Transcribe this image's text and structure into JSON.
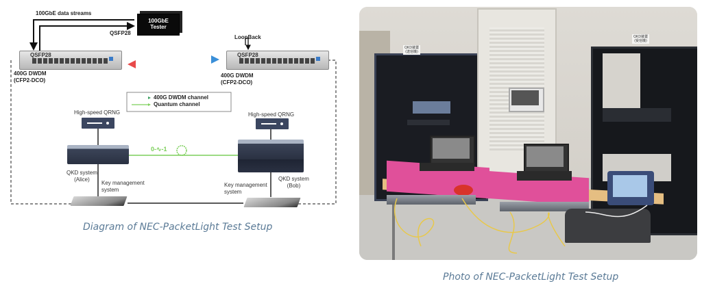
{
  "diagram": {
    "data_streams_label": "100GbE data streams",
    "tester_label_line1": "100GbE",
    "tester_label_line2": "Tester",
    "qsfp_tester_label": "QSFP28",
    "left_switch_port_label": "QSFP28",
    "right_switch_port_label": "QSFP28",
    "loopback_label": "LoopBack",
    "left_dwdm_line1": "400G DWDM",
    "left_dwdm_line2": "(CFP2-DCO)",
    "right_dwdm_line1": "400G DWDM",
    "right_dwdm_line2": "(CFP2-DCO)",
    "legend": {
      "items": [
        {
          "label": "400G DWDM channel"
        },
        {
          "label": "Quantum channel"
        }
      ]
    },
    "qrng_left_label": "High-speed QRNG",
    "qrng_right_label": "High-speed QRNG",
    "quantum_bits_label": "0-∿-1",
    "alice_line1": "QKD system",
    "alice_line2": "(Alice)",
    "bob_line1": "QKD system",
    "bob_line2": "(Bob)",
    "kms_left_line1": "Key management",
    "kms_left_line2": "system",
    "kms_right_line1": "Key management",
    "kms_right_line2": "system",
    "colors": {
      "quantum_channel": "#7ccf5a",
      "dwdm_gradient_start": "#e84a4a",
      "dwdm_gradient_mid": "#f0d84a",
      "dwdm_gradient_end": "#3a8fd8",
      "caption": "#5a7a96"
    }
  },
  "photo": {
    "left_rack_tag_line1": "QKD装置",
    "left_rack_tag_line2": "(送信機)",
    "right_rack_tag_line1": "QKD装置",
    "right_rack_tag_line2": "(受信機)"
  },
  "captions": {
    "diagram": "Diagram of NEC-PacketLight Test Setup",
    "photo": "Photo of NEC-PacketLight Test Setup"
  }
}
